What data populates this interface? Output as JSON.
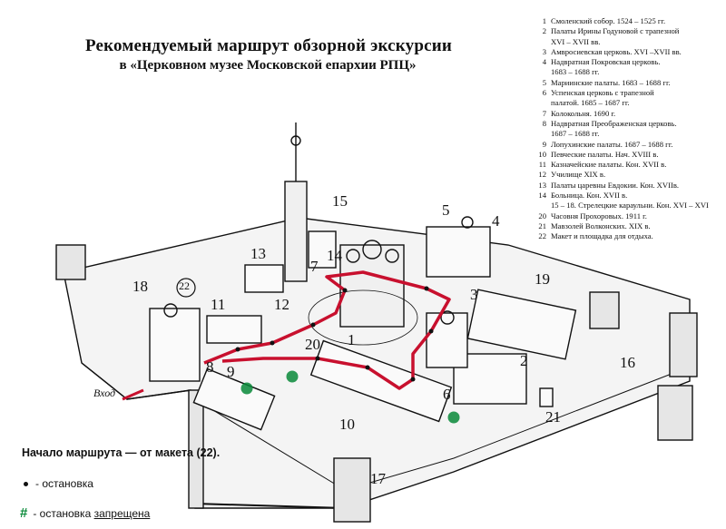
{
  "title": "Рекомендуемый маршрут обзорной экскурсии",
  "subtitle": "в «Церковном музее Московской епархии РПЦ»",
  "entry_label": "Вход",
  "start_note": "Начало маршрута — от макета (22).",
  "stop_legend": "- остановка",
  "forbidden_legend_prefix": "- остановка",
  "forbidden_legend_word": "запрещена",
  "legend": [
    {
      "n": "1",
      "t": "Смоленский собор. 1524 – 1525 гг."
    },
    {
      "n": "2",
      "t": "Палаты Ирины Годуновой с трапезной"
    },
    {
      "n": "",
      "t": "XVI – XVII вв."
    },
    {
      "n": "3",
      "t": "Амвросиевская церковь. XVI –XVII вв."
    },
    {
      "n": "4",
      "t": "Надвратная Покровская церковь."
    },
    {
      "n": "",
      "t": "1683 – 1688 гг."
    },
    {
      "n": "5",
      "t": "Мариинские палаты. 1683 – 1688 гг."
    },
    {
      "n": "6",
      "t": "Успенская церковь с трапезной"
    },
    {
      "n": "",
      "t": "палатой. 1685 – 1687 гг."
    },
    {
      "n": "7",
      "t": "Колокольня. 1690 г."
    },
    {
      "n": "8",
      "t": "Надвратная Преображенская церковь."
    },
    {
      "n": "",
      "t": "1687 – 1688 гг."
    },
    {
      "n": "9",
      "t": "Лопухинские палаты. 1687 – 1688 гг."
    },
    {
      "n": "10",
      "t": "Певческие палаты. Нач. XVIII в."
    },
    {
      "n": "11",
      "t": "Казначейские палаты. Кон. XVII в."
    },
    {
      "n": "12",
      "t": "Училище XIX в."
    },
    {
      "n": "13",
      "t": "Палаты царевны Евдокии. Кон. XVIIв."
    },
    {
      "n": "14",
      "t": "Больница. Кон. XVII в."
    },
    {
      "n": "",
      "t": "15 – 18. Стрелецкие караульни. Кон. XVI – XVI"
    },
    {
      "n": "20",
      "t": "Часовня Прохоровых. 1911 г."
    },
    {
      "n": "21",
      "t": "Мавзолей Волконских. XIX в."
    },
    {
      "n": "22",
      "t": "Макет и площадка для отдыха."
    }
  ],
  "map_numbers": [
    {
      "id": "1",
      "label": "1"
    },
    {
      "id": "2",
      "label": "2"
    },
    {
      "id": "3",
      "label": "3"
    },
    {
      "id": "4",
      "label": "4"
    },
    {
      "id": "5",
      "label": "5"
    },
    {
      "id": "6",
      "label": "6"
    },
    {
      "id": "7",
      "label": "7"
    },
    {
      "id": "8",
      "label": "8"
    },
    {
      "id": "9",
      "label": "9"
    },
    {
      "id": "10",
      "label": "10"
    },
    {
      "id": "11",
      "label": "11"
    },
    {
      "id": "12",
      "label": "12"
    },
    {
      "id": "13",
      "label": "13"
    },
    {
      "id": "14",
      "label": "14"
    },
    {
      "id": "15",
      "label": "15"
    },
    {
      "id": "16",
      "label": "16"
    },
    {
      "id": "17",
      "label": "17"
    },
    {
      "id": "18",
      "label": "18"
    },
    {
      "id": "19",
      "label": "19"
    },
    {
      "id": "20",
      "label": "20"
    },
    {
      "id": "21",
      "label": "21"
    },
    {
      "id": "22",
      "label": "22"
    }
  ],
  "colors": {
    "route": "#c8102e",
    "forbidden": "#0a8a3a",
    "ink": "#111111"
  }
}
